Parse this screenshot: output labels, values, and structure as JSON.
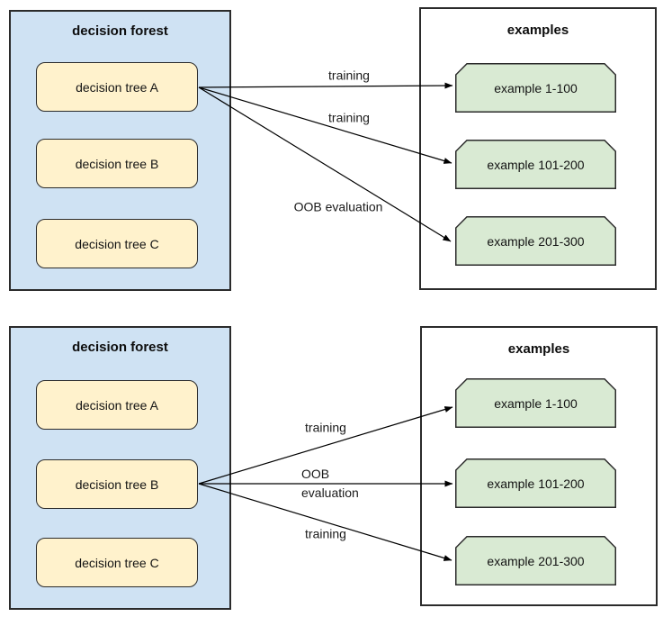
{
  "colors": {
    "forest_fill": "#cfe2f3",
    "tree_fill": "#fff2cc",
    "example_fill": "#d9ead3",
    "border": "#2b2b2b",
    "arrow": "#000000"
  },
  "panels": [
    {
      "forest": {
        "title": "decision forest",
        "trees": [
          "decision tree A",
          "decision tree B",
          "decision tree C"
        ]
      },
      "examples": {
        "title": "examples",
        "items": [
          "example 1-100",
          "example 101-200",
          "example 201-300"
        ]
      },
      "arrows": [
        {
          "label": "training",
          "from": "decision tree A",
          "to": "example 1-100"
        },
        {
          "label": "training",
          "from": "decision tree A",
          "to": "example 101-200"
        },
        {
          "label": "OOB evaluation",
          "from": "decision tree A",
          "to": "example 201-300"
        }
      ]
    },
    {
      "forest": {
        "title": "decision forest",
        "trees": [
          "decision tree A",
          "decision tree B",
          "decision tree C"
        ]
      },
      "examples": {
        "title": "examples",
        "items": [
          "example 1-100",
          "example 101-200",
          "example 201-300"
        ]
      },
      "arrows": [
        {
          "label": "training",
          "from": "decision tree B",
          "to": "example 1-100"
        },
        {
          "label": "OOB\nevaluation",
          "from": "decision tree B",
          "to": "example 101-200"
        },
        {
          "label": "training",
          "from": "decision tree B",
          "to": "example 201-300"
        }
      ]
    }
  ]
}
